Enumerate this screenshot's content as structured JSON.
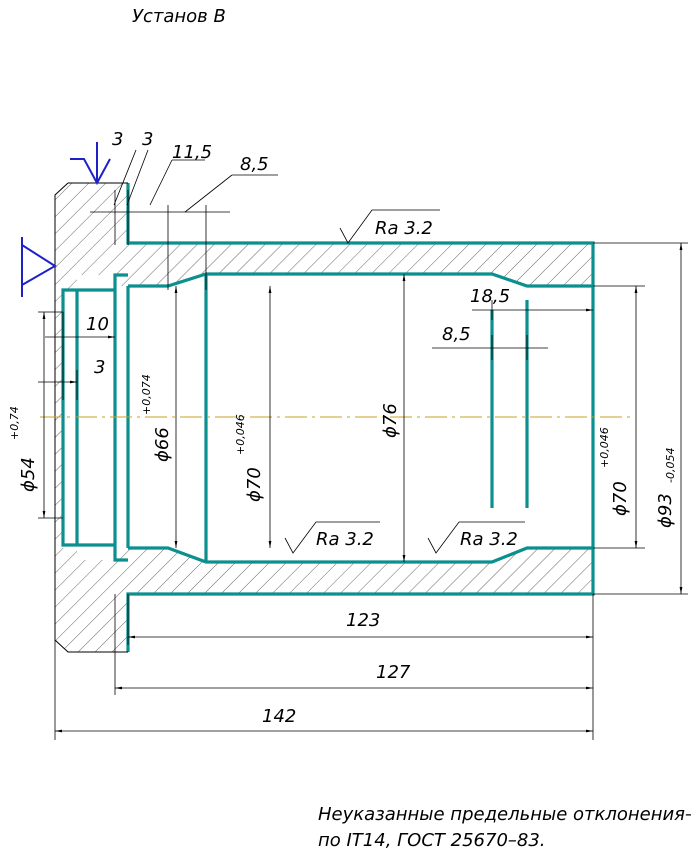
{
  "title": "Установ В",
  "notes": {
    "line1": "Неуказанные предельные отклонения–",
    "line2": "по IT14, ГОСТ 25670–83."
  },
  "dims": {
    "d3a": "3",
    "d3b": "3",
    "d11_5": "11,5",
    "d8_5_top": "8,5",
    "d10": "10",
    "d3c": "3",
    "d18_5": "18,5",
    "d8_5_right": "8,5",
    "d123": "123",
    "d127": "127",
    "d142": "142",
    "dia54": "ϕ54",
    "tol54": "+0,74",
    "dia66": "ϕ66",
    "tol66": "+0,074",
    "dia70a": "ϕ70",
    "tol70a": "+0,046",
    "dia76": "ϕ76",
    "dia70b": "ϕ70",
    "tol70b": "+0,046",
    "dia93": "ϕ93",
    "tol93": "-0,054"
  },
  "roughness": {
    "top": "Ra 3.2",
    "bottom_left": "Ra 3.2",
    "bottom_right": "Ra 3.2"
  },
  "colors": {
    "contour": "#0b8f8f",
    "datum_symbol": "#1d22c8",
    "axis": "#c8a020"
  }
}
